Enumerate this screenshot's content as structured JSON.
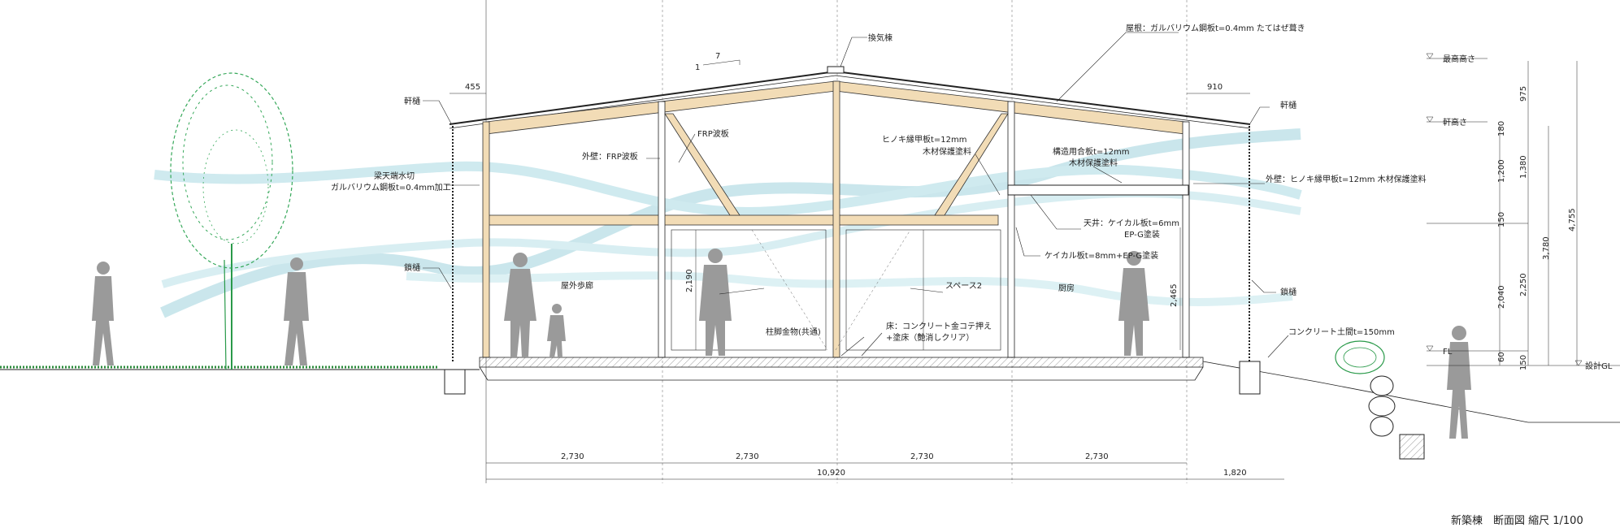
{
  "labels": {
    "kankimune": "換気棟",
    "roof": "屋根：ガルバリウム鋼板t=0.4mm たてはぜ葺き",
    "slope_rise": "1",
    "slope_run": "7",
    "noki_toi_left": "軒樋",
    "noki_toi_right": "軒樋",
    "hari_mizukiri_1": "梁天端水切",
    "hari_mizukiri_2": "ガルバリウム鋼板t=0.4mm加工",
    "kusaritoi_left": "鎖樋",
    "kusaritoi_right": "鎖樋",
    "gaiheki_frp": "外壁：FRP波板",
    "frp_namiita": "FRP波板",
    "hinoki_1": "ヒノキ縁甲板t=12mm",
    "hinoki_2": "木材保護塗料",
    "kozo_1": "構造用合板t=12mm",
    "kozo_2": "木材保護塗料",
    "gaiheki_hinoki": "外壁：ヒノキ縁甲板t=12mm 木材保護塗料",
    "tenjo_1": "天井：ケイカル板t=6mm",
    "tenjo_2": "EP-G塗装",
    "keikaru": "ケイカル板t=8mm+EP-G塗装",
    "okugai_horo": "屋外歩廊",
    "space2": "スペース2",
    "chubo": "厨房",
    "chukyaku": "柱脚金物(共通)",
    "yuka_1": "床：コンクリート金コテ押え",
    "yuka_2": "+塗床（艶消しクリア）",
    "concrete_doma": "コンクリート土間t=150mm",
    "title": "新築棟　断面図 縮尺 1/100"
  },
  "levels": {
    "max_height": "最高高さ",
    "eave_height": "軒高さ",
    "fl": "FL",
    "gl": "設計GL"
  },
  "dims": {
    "eave_left": "455",
    "eave_right": "910",
    "span1": "2,730",
    "span2": "2,730",
    "span3": "2,730",
    "span4": "2,730",
    "total": "10,920",
    "extra": "1,820",
    "h_2190": "2,190",
    "h_2465": "2,465",
    "v_975": "975",
    "v_180": "180",
    "v_1200": "1,200",
    "v_1380": "1,380",
    "v_150a": "150",
    "v_3780": "3,780",
    "v_4755": "4,755",
    "v_2040": "2,040",
    "v_2250": "2,250",
    "v_60": "60",
    "v_150b": "150"
  }
}
